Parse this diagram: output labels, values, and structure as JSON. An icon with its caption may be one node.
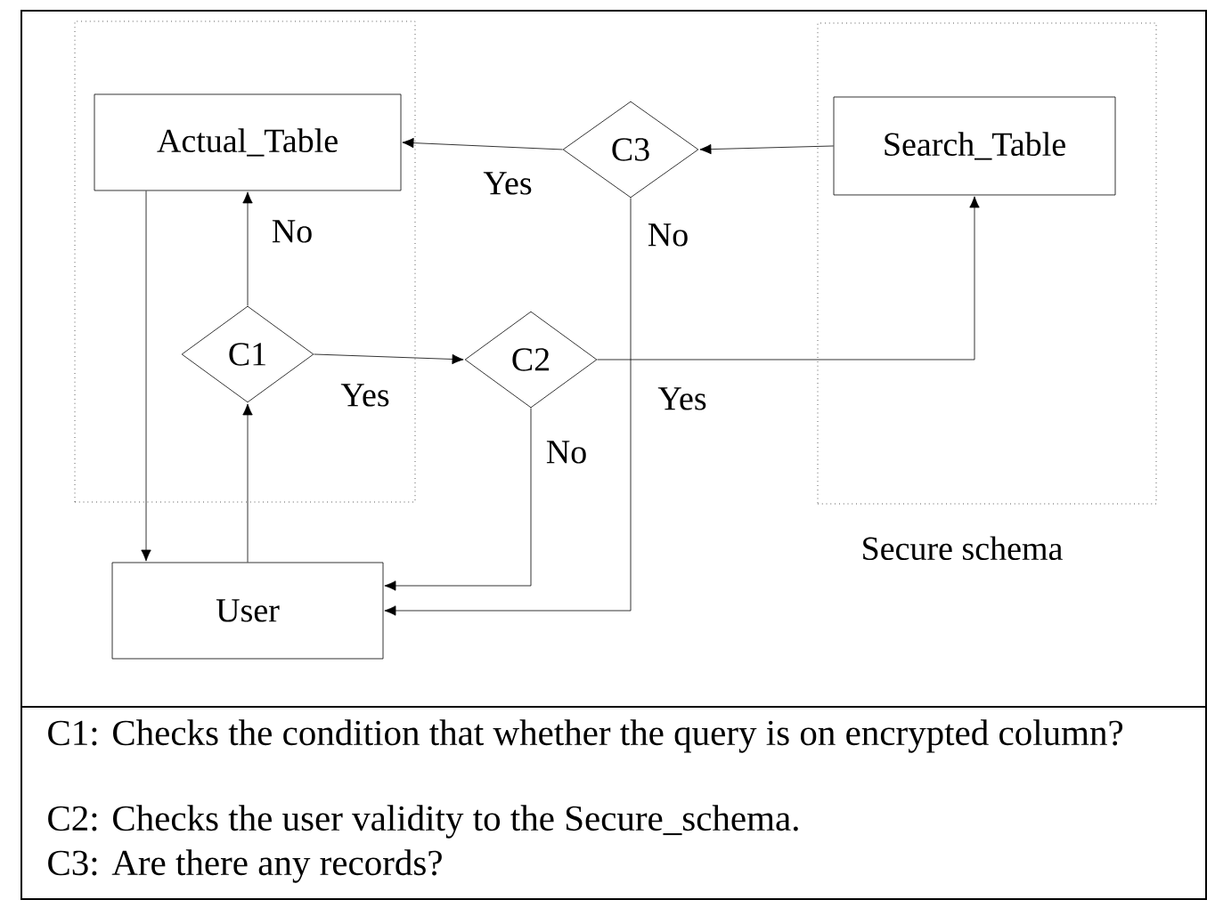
{
  "diagram": {
    "nodes": [
      {
        "text": [],
        "shape": "box"
      },
      {
        "text": [
          "Actual_Table"
        ],
        "in": 0
      },
      {
        "text": [
          "C1"
        ],
        "in": 0
      },
      {
        "text": [
          "C3"
        ]
      },
      {
        "text": [
          "Secure schema"
        ]
      },
      {
        "text": [
          "Search_Table"
        ],
        "in": 4
      },
      {
        "text": [
          "C2"
        ]
      },
      {
        "text": [
          "User"
        ]
      }
    ],
    "edges": [
      {
        "from": 5,
        "to": 3,
        "arrow": "to"
      },
      {
        "from": 3,
        "to": 1,
        "arrow": "to",
        "label": "Yes"
      },
      {
        "from": 3,
        "to": 7,
        "arrow": "to",
        "label": "No"
      },
      {
        "from": 2,
        "to": 1,
        "arrow": "to",
        "label": "No"
      },
      {
        "from": 2,
        "to": 6,
        "arrow": "to",
        "label": "Yes"
      },
      {
        "from": 6,
        "to": 5,
        "arrow": "to",
        "label": "Yes"
      },
      {
        "from": 6,
        "to": 7,
        "arrow": "to",
        "label": "No"
      },
      {
        "from": 1,
        "to": 7,
        "arrow": "to"
      },
      {
        "from": 7,
        "to": 2,
        "arrow": "to"
      }
    ],
    "labels": [
      "C1: Checks the condition that whether the query is on encrypted column?",
      "C2: Checks the user validity to the Secure_schema.",
      "C3: Are there any records?"
    ]
  }
}
